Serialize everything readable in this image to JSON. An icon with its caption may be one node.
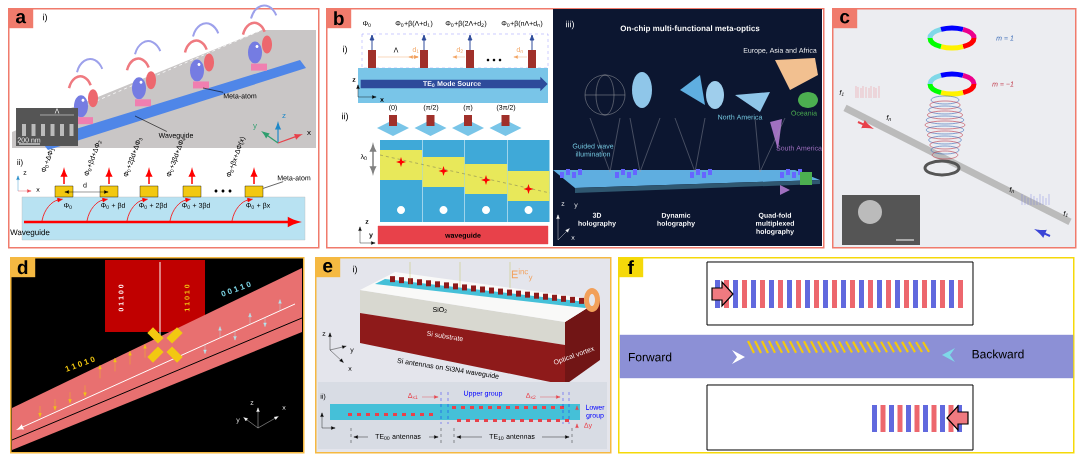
{
  "diagram": {
    "nodes": [
      {
        "text": [
          "a"
        ]
      },
      {
        "text": [
          "b"
        ]
      },
      {
        "text": [
          "c"
        ]
      },
      {
        "text": [
          "d"
        ]
      },
      {
        "text": [
          "e"
        ]
      },
      {
        "text": [
          "f"
        ]
      },
      {
        "text": [
          "Meta-atom"
        ],
        "in": 0
      },
      {
        "text": [
          "Waveguide"
        ],
        "in": 0
      },
      {
        "text": [
          "Meta-atom"
        ],
        "in": 0
      },
      {
        "text": [
          "Φ$_{0}$",
          "Φ$_{0}$ + βd",
          "Φ$_{0}$ + 2βd",
          "Φ$_{0}$ + 3βd",
          "Φ$_{0}$ + βx",
          "Waveguide"
        ],
        "in": 0
      },
      {
        "text": [
          "TE$_{0}$ Mode Source"
        ],
        "in": 1
      },
      {
        "text": [
          "waveguide"
        ],
        "in": 1
      },
      {
        "text": [
          "Forward",
          "Backward"
        ],
        "in": 5
      },
      {
        "text": [],
        "shape": "box",
        "in": 0
      }
    ],
    "edges": [
      {
        "from": 6,
        "to": null,
        "arrow": "none"
      },
      {
        "from": 7,
        "to": null,
        "arrow": "none"
      },
      {
        "from": 8,
        "to": 13,
        "arrow": "none"
      }
    ],
    "labels": [
      "i)",
      "Λ",
      "200 nm",
      "z",
      "y",
      "x",
      "ii)",
      "z",
      "x",
      "Φ$_{0}$+ΔΦ$_{1}$",
      "Φ$_{0}$+βd+ΔΦ$_{2}$",
      "Φ$_{0}$+2βd+ΔΦ$_{3}$",
      "Φ$_{0}$+3βd+ΔΦ$_{4}$",
      "Φ$_{0}$+βx+ΔΦ(x)",
      "d",
      "Φ$_{0}$",
      "Φ$_{0}$+β(Λ+d$_{1}$)",
      "Φ$_{0}$+β(2Λ+d$_{2}$)",
      "Φ$_{0}$+β(nΛ+d$_{n}$)",
      "i)",
      "Λ",
      "d$_{1}$",
      "d$_{2}$",
      "d$_{n}$",
      "z",
      "x",
      "ii)",
      "(0)",
      "(π/2)",
      "(π)",
      "(3π/2)",
      "λ$_{0}$",
      "z",
      "y",
      "iii)",
      "On-chip multi-functional meta-optics",
      "Europe, Asia and Africa",
      "North America",
      "Oceania",
      "South America",
      "Guided wave illumination",
      "3D holography",
      "Dynamic holography",
      "Quad-fold multiplexed holography",
      "z",
      "y",
      "x",
      "m = 1",
      "m = −1",
      "f$_{1}$",
      "f$_{n}$",
      "f$_{n}$",
      "f$_{1}$",
      "0 1 1 0 0",
      "1 1 0 1 0",
      "0 0 1 1 0",
      "1 1 0 1 0",
      "z",
      "y",
      "x",
      "i)",
      "E$^{inc}$$_{y}$",
      "SiO$_{2}$",
      "Si substrate",
      "Si antennas on Si3N4 waveguide",
      "Optical vortex",
      "z",
      "y",
      "x",
      "ii)",
      "Δ$_{x1}$",
      "Upper group",
      "Δ$_{x2}$",
      "Lower group",
      "Δy",
      "TE$_{00}$ antennas",
      "TE$_{10}$ antennas"
    ]
  }
}
